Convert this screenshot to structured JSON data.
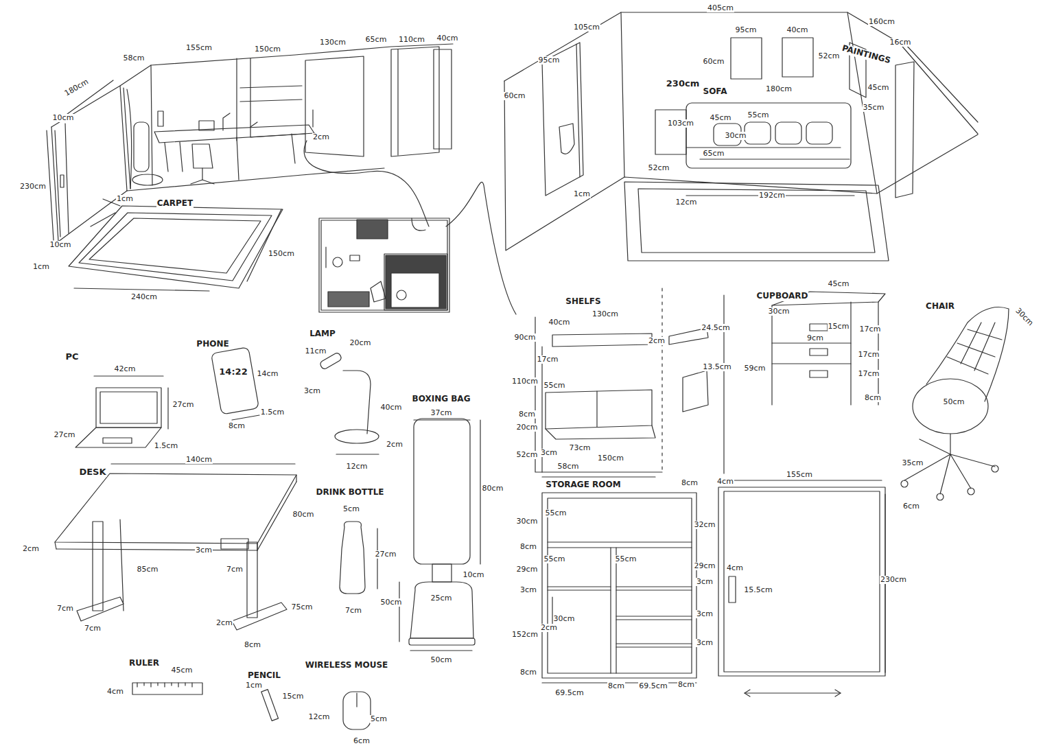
{
  "diagram": {
    "labels": [
      "180cm",
      "58cm",
      "155cm",
      "150cm",
      "130cm",
      "65cm",
      "110cm",
      "40cm",
      "10cm",
      "230cm",
      "10cm",
      "1cm",
      "CARPET",
      "1cm",
      "150cm",
      "240cm",
      "2cm",
      "405cm",
      "105cm",
      "160cm",
      "95cm",
      "60cm",
      "95cm",
      "40cm",
      "60cm",
      "52cm",
      "PAINTINGS",
      "16cm",
      "45cm",
      "35cm",
      "230cm",
      "SOFA",
      "180cm",
      "103cm",
      "45cm",
      "55cm",
      "30cm",
      "65cm",
      "52cm",
      "1cm",
      "12cm",
      "192cm",
      "SHELFS",
      "40cm",
      "130cm",
      "24.5cm",
      "90cm",
      "2cm",
      "17cm",
      "13.5cm",
      "110cm",
      "55cm",
      "8cm",
      "20cm",
      "52cm",
      "3cm",
      "73cm",
      "58cm",
      "150cm",
      "CUPBOARD",
      "45cm",
      "30cm",
      "15cm",
      "9cm",
      "17cm",
      "17cm",
      "59cm",
      "17cm",
      "8cm",
      "CHAIR",
      "30cm",
      "50cm",
      "35cm",
      "6cm",
      "PC",
      "42cm",
      "27cm",
      "27cm",
      "1.5cm",
      "PHONE",
      "14:22",
      "14cm",
      "1.5cm",
      "8cm",
      "LAMP",
      "11cm",
      "20cm",
      "3cm",
      "40cm",
      "2cm",
      "12cm",
      "BOXING BAG",
      "37cm",
      "80cm",
      "10cm",
      "25cm",
      "50cm",
      "50cm",
      "DRINK BOTTLE",
      "5cm",
      "27cm",
      "7cm",
      "DESK",
      "140cm",
      "80cm",
      "2cm",
      "3cm",
      "7cm",
      "85cm",
      "7cm",
      "75cm",
      "7cm",
      "2cm",
      "8cm",
      "RULER",
      "45cm",
      "4cm",
      "PENCIL",
      "1cm",
      "15cm",
      "WIRELESS MOUSE",
      "12cm",
      "5cm",
      "6cm",
      "STORAGE ROOM",
      "8cm",
      "30cm",
      "55cm",
      "32cm",
      "8cm",
      "29cm",
      "55cm",
      "55cm",
      "29cm",
      "3cm",
      "3cm",
      "30cm",
      "2cm",
      "3cm",
      "152cm",
      "3cm",
      "8cm",
      "69.5cm",
      "8cm",
      "69.5cm",
      "8cm",
      "4cm",
      "155cm",
      "4cm",
      "15.5cm",
      "230cm"
    ]
  }
}
